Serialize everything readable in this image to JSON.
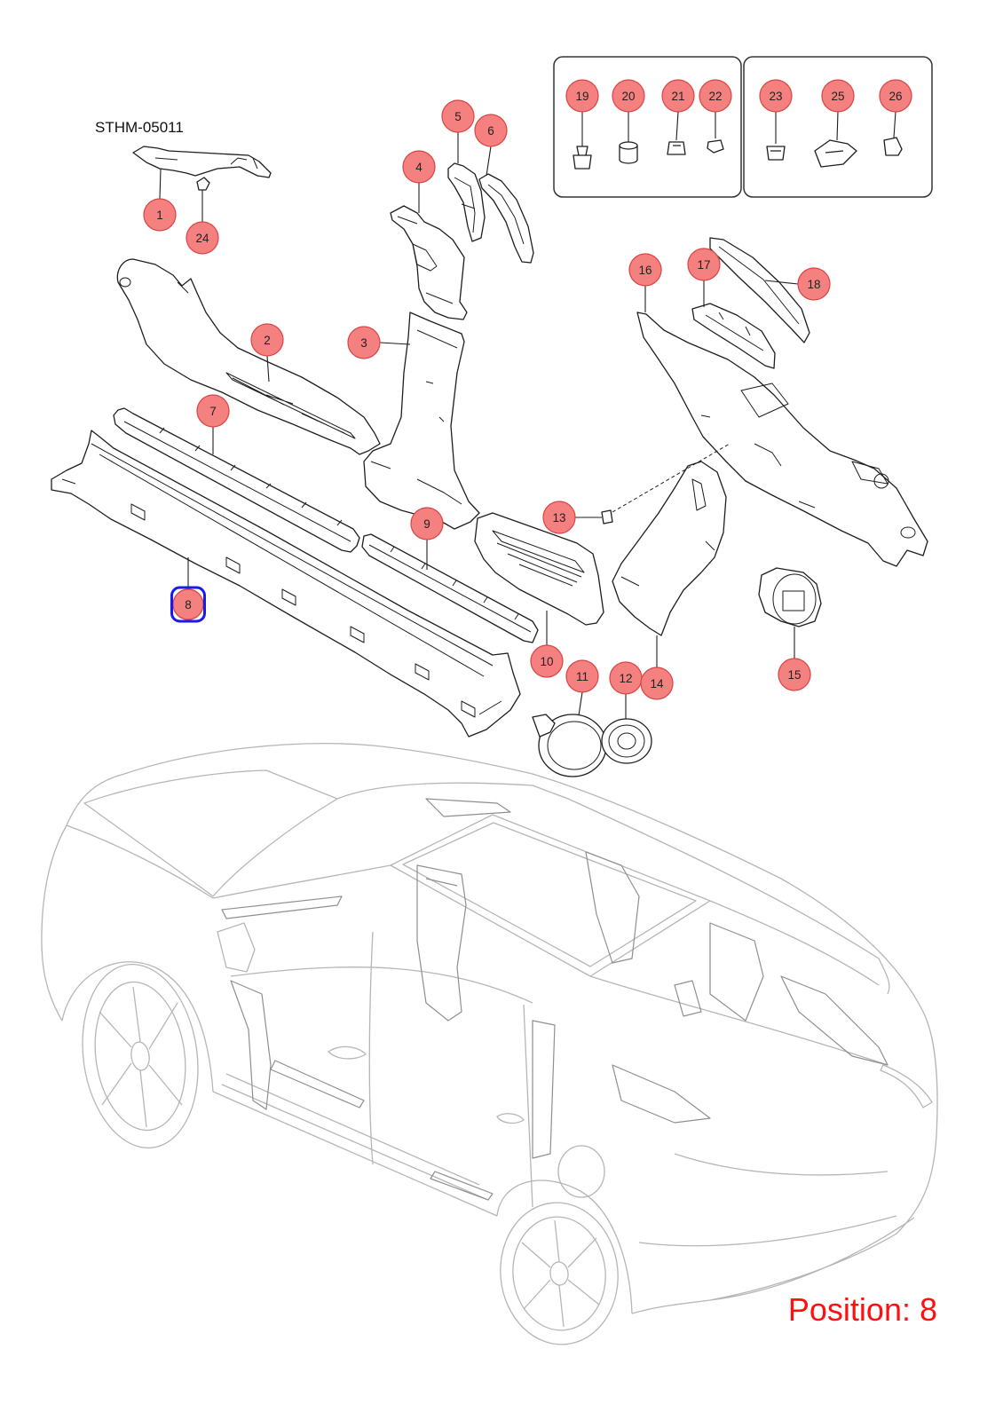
{
  "diagram": {
    "code": "STHM-05011",
    "position_label": "Position: 8",
    "selected_callout": "8",
    "callouts": [
      "1",
      "2",
      "3",
      "4",
      "5",
      "6",
      "7",
      "8",
      "9",
      "10",
      "11",
      "12",
      "13",
      "14",
      "15",
      "16",
      "17",
      "18",
      "19",
      "20",
      "21",
      "22",
      "23",
      "24",
      "25",
      "26"
    ]
  },
  "colors": {
    "callout_fill": "#f48080",
    "callout_stroke": "#d94444",
    "highlight": "#1a1aee",
    "position_text": "#ff1010"
  }
}
